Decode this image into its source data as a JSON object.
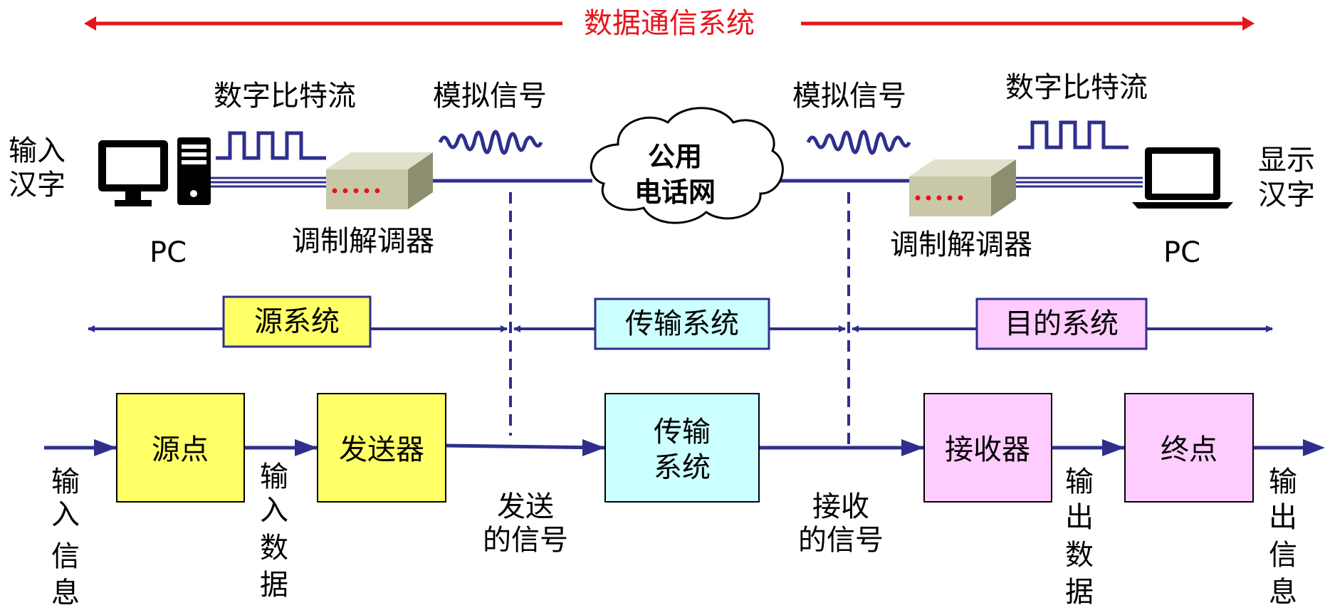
{
  "title": "数据通信系统",
  "top": {
    "input_label": [
      "输入",
      "汉字"
    ],
    "output_label": [
      "显示",
      "汉字"
    ],
    "pc_left": "PC",
    "pc_right": "PC",
    "bitstream_left": "数字比特流",
    "bitstream_right": "数字比特流",
    "analog_left": "模拟信号",
    "analog_right": "模拟信号",
    "modem_left": "调制解调器",
    "modem_right": "调制解调器",
    "cloud": [
      "公用",
      "电话网"
    ]
  },
  "systems": {
    "source": "源系统",
    "transmission": "传输系统",
    "destination": "目的系统"
  },
  "blocks": {
    "source_point": "源点",
    "transmitter": "发送器",
    "transmission": [
      "传输",
      "系统"
    ],
    "receiver": "接收器",
    "destination_point": "终点"
  },
  "flow_labels": {
    "input_info": [
      "输",
      "入",
      "信",
      "息"
    ],
    "input_data": [
      "输",
      "入",
      "数",
      "据"
    ],
    "sent_signal": [
      "发送",
      "的信号"
    ],
    "received_signal": [
      "接收",
      "的信号"
    ],
    "output_data": [
      "输",
      "出",
      "数",
      "据"
    ],
    "output_info": [
      "输",
      "出",
      "信",
      "息"
    ]
  },
  "colors": {
    "accent_red": "#e8141c",
    "line_blue": "#2e2f8c",
    "yellow": "#ffff66",
    "cyan": "#ccffff",
    "pink": "#ffccff"
  }
}
